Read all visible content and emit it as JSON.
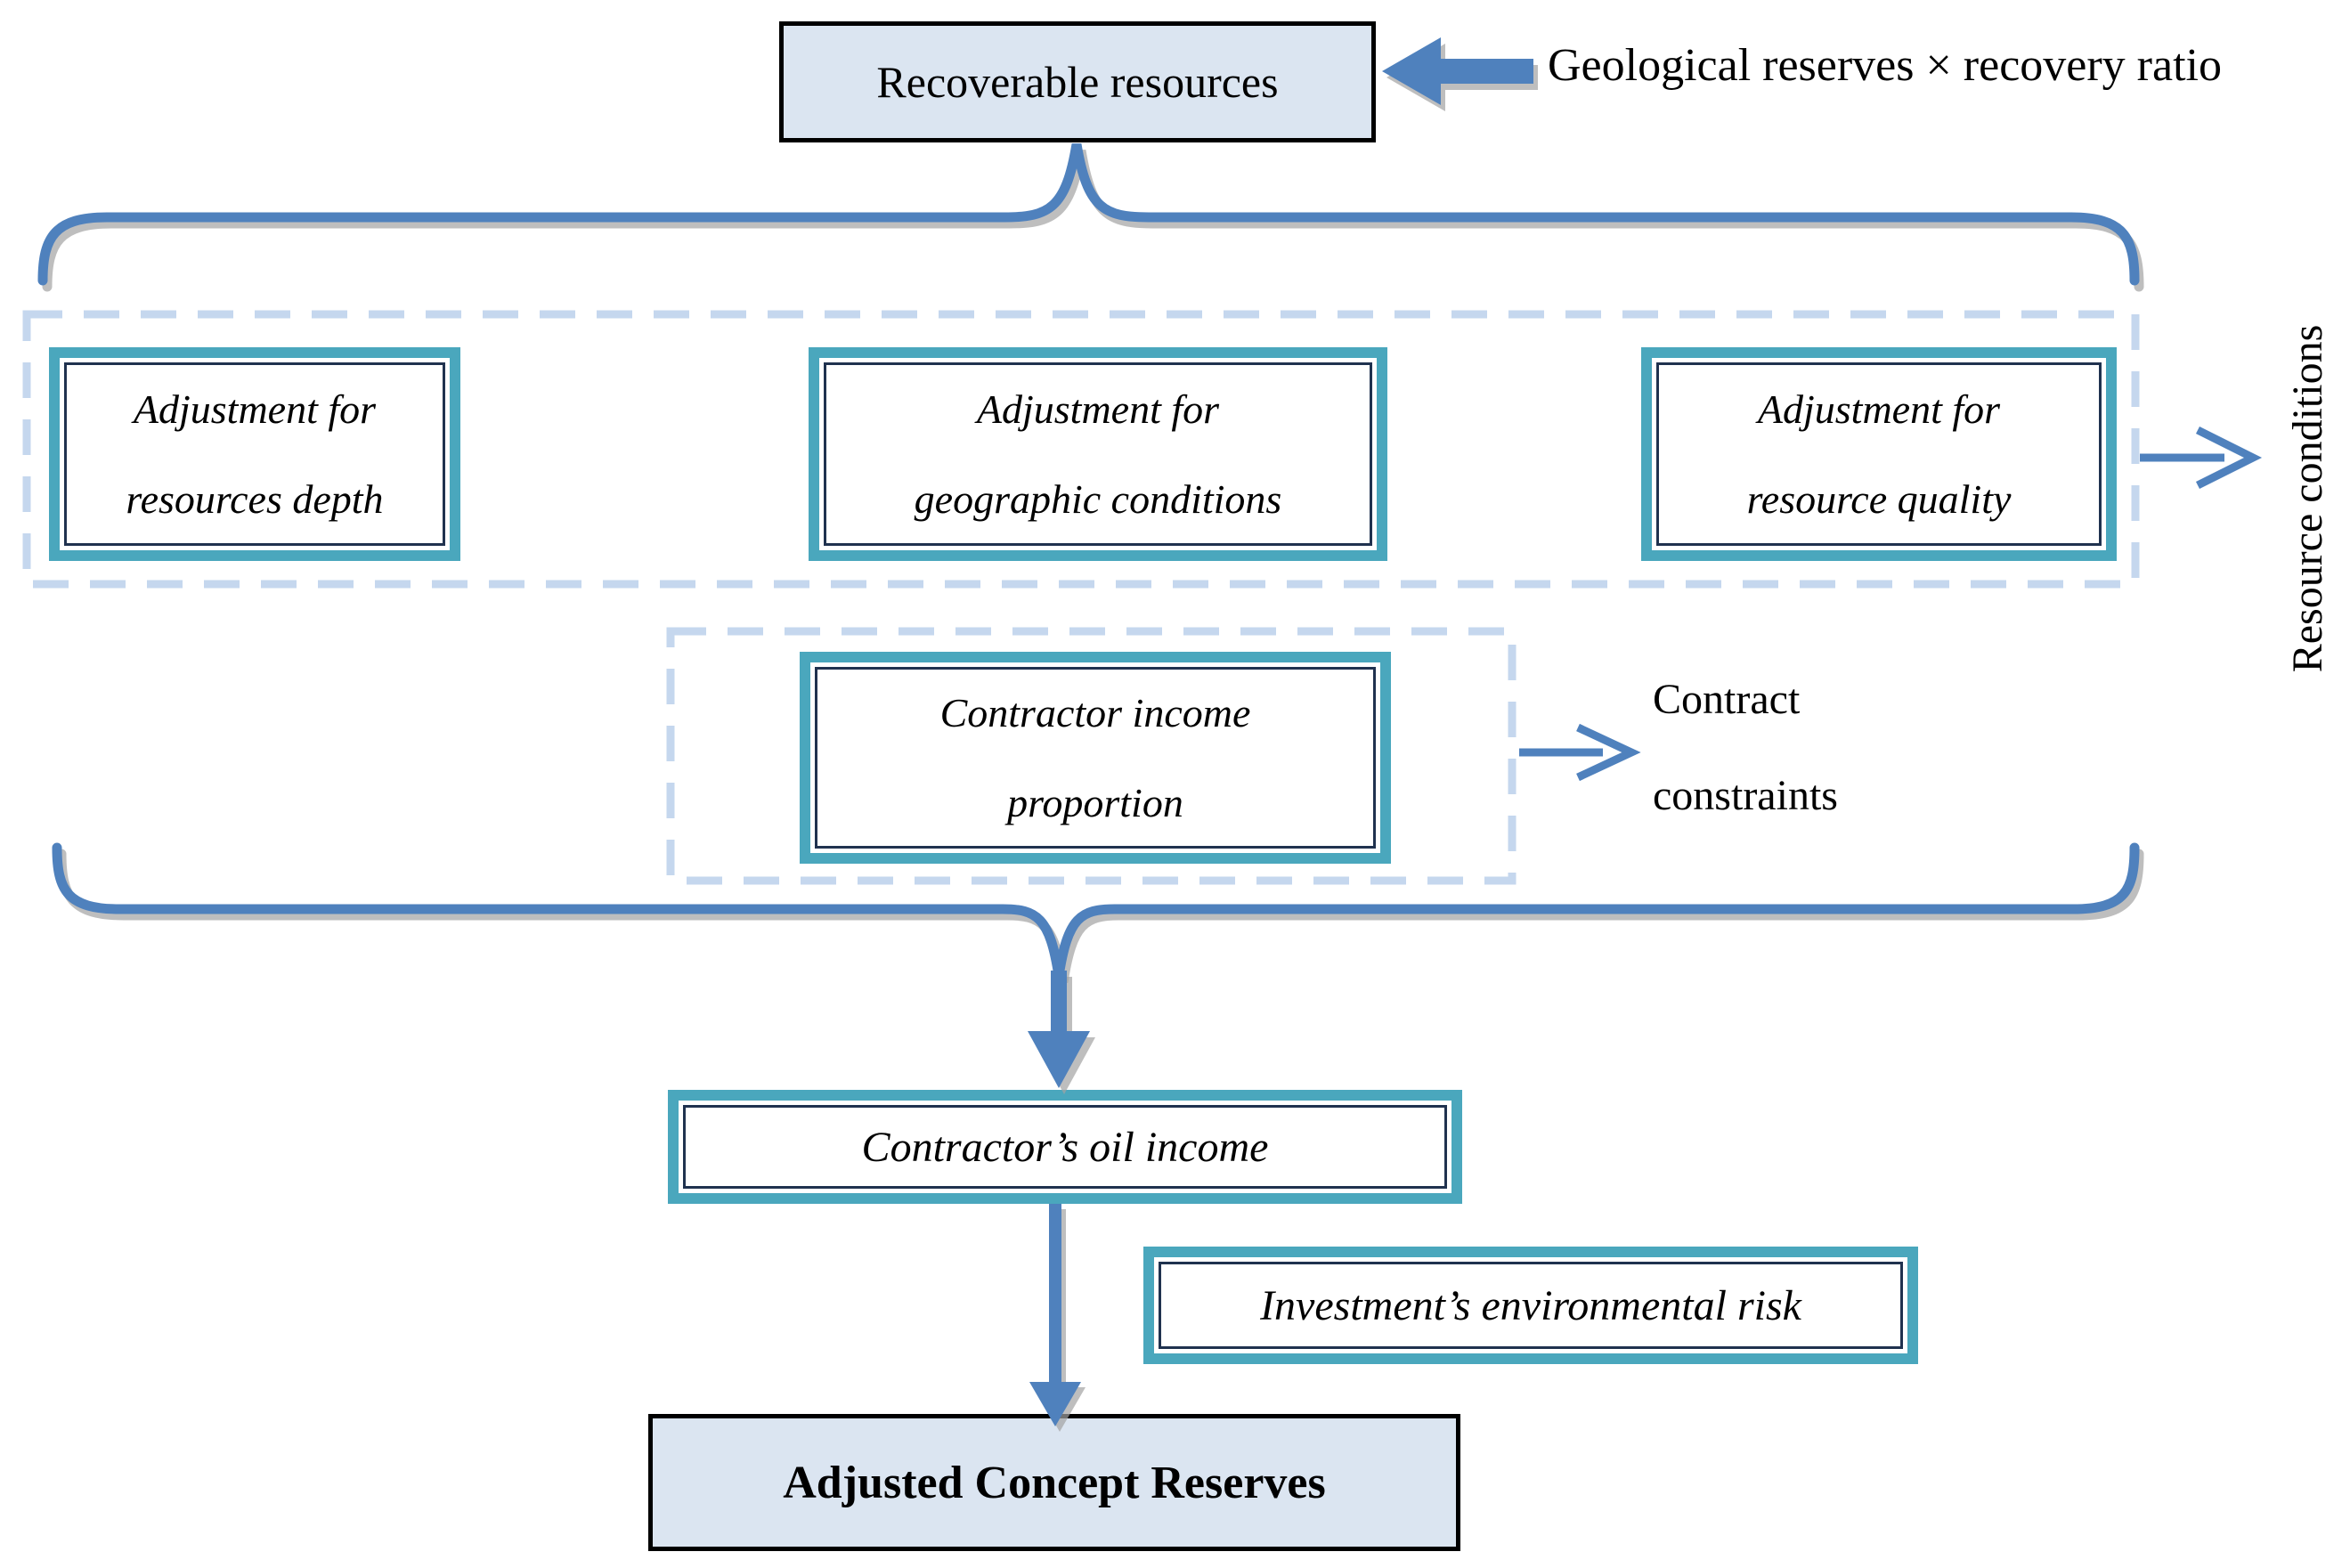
{
  "diagram": {
    "nodes": {
      "recoverable_resources": "Recoverable resources",
      "adjustment_depth": "Adjustment for\nresources depth",
      "adjustment_geographic": "Adjustment for\ngeographic conditions",
      "adjustment_quality": "Adjustment for\nresource quality",
      "contractor_income_proportion": "Contractor income\nproportion",
      "contractors_oil_income": "Contractor’s oil income",
      "investments_environmental_risk": "Investment’s environmental risk",
      "adjusted_concept_reserves": "Adjusted Concept Reserves"
    },
    "labels": {
      "geological_formula": "Geological reserves × recovery ratio",
      "resource_conditions": "Resource conditions",
      "contract_constraints": "Contract\nconstraints"
    },
    "colors": {
      "arrow_blue": "#4f81bd",
      "arrow_shadow_gray": "#a3a3a3",
      "teal_border": "#4aa7bd",
      "terminal_fill": "#dbe5f1",
      "terminal_border": "#000000",
      "dashed_container": "#c5d7ee"
    }
  }
}
